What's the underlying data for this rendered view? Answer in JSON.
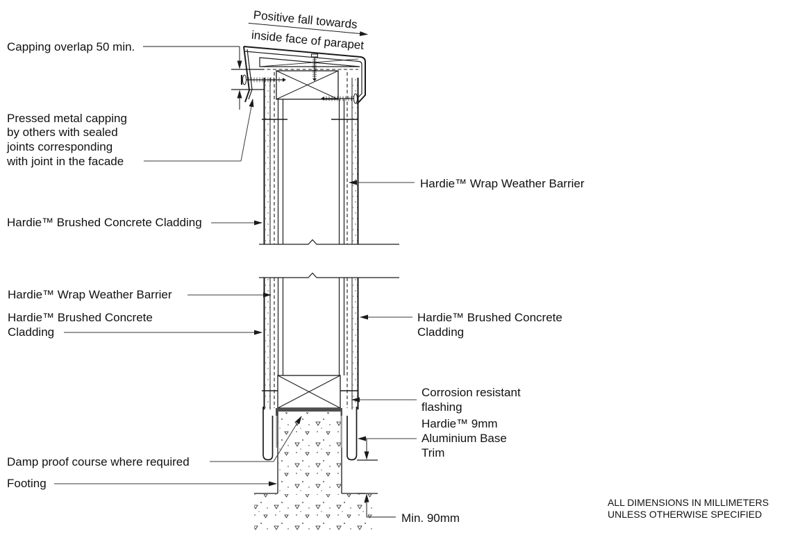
{
  "drawing": {
    "fall_note": {
      "line1": "Positive fall towards",
      "line2": "inside face of parapet"
    },
    "labels": {
      "capping_overlap": "Capping overlap 50 min.",
      "pressed_metal_capping": {
        "lines": [
          "Pressed metal capping",
          "by others with sealed",
          "joints corresponding",
          "with joint in the facade"
        ]
      },
      "wrap_barrier_upper": "Hardie™ Wrap Weather Barrier",
      "cladding_upper": "Hardie™ Brushed Concrete Cladding",
      "wrap_barrier_mid": "Hardie™ Wrap Weather Barrier",
      "cladding_mid_left": {
        "lines": [
          "Hardie™ Brushed Concrete",
          "Cladding"
        ]
      },
      "cladding_mid_right": {
        "lines": [
          "Hardie™ Brushed Concrete",
          "Cladding"
        ]
      },
      "corrosion_flashing": {
        "lines": [
          "Corrosion resistant",
          "flashing"
        ]
      },
      "base_trim": {
        "lines": [
          "Hardie™ 9mm",
          "Aluminium Base",
          "Trim"
        ]
      },
      "damp_proof_course": "Damp proof course where required",
      "footing": "Footing",
      "min_ground_clearance": "Min. 90mm"
    },
    "units_note": {
      "lines": [
        "ALL DIMENSIONS IN MILLIMETERS",
        "UNLESS OTHERWISE SPECIFIED"
      ]
    },
    "colors": {
      "line": "#1a1a1a",
      "leader": "#3a3a3a",
      "flashing_fill": "#4f4f4f",
      "background": "#ffffff"
    }
  }
}
